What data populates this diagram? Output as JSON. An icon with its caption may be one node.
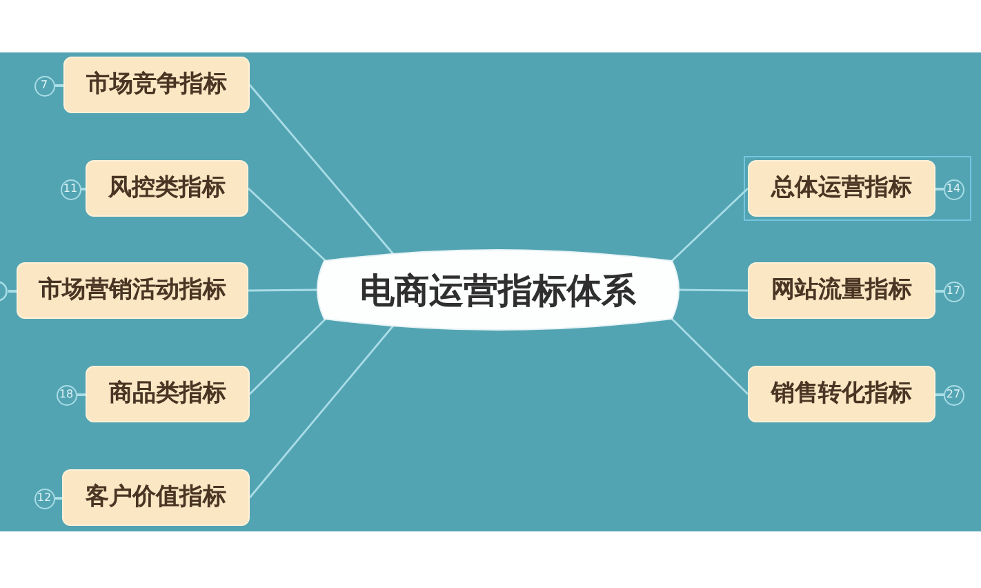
{
  "diagram": {
    "nodes": [
      {
        "text": [
          "电商运营指标体系"
        ]
      },
      {
        "text": [
          "市场竞争指标"
        ],
        "beside": [
          "7"
        ]
      },
      {
        "text": [
          "风控类指标"
        ],
        "beside": [
          "11"
        ]
      },
      {
        "text": [
          "市场营销活动指标"
        ]
      },
      {
        "text": [
          "商品类指标"
        ],
        "beside": [
          "18"
        ]
      },
      {
        "text": [
          "客户价值指标"
        ],
        "beside": [
          "12"
        ]
      },
      {
        "text": [
          "总体运营指标"
        ],
        "beside": [
          "14"
        ]
      },
      {
        "text": [
          "网站流量指标"
        ],
        "beside": [
          "17"
        ]
      },
      {
        "text": [
          "销售转化指标"
        ],
        "beside": [
          "27"
        ]
      }
    ],
    "edges": [
      {
        "from": 0,
        "to": 1,
        "arrow": "none"
      },
      {
        "from": 0,
        "to": 2,
        "arrow": "none"
      },
      {
        "from": 0,
        "to": 3,
        "arrow": "none"
      },
      {
        "from": 0,
        "to": 4,
        "arrow": "none"
      },
      {
        "from": 0,
        "to": 5,
        "arrow": "none"
      },
      {
        "from": 0,
        "to": 6,
        "arrow": "none"
      },
      {
        "from": 0,
        "to": 7,
        "arrow": "none"
      },
      {
        "from": 0,
        "to": 8,
        "arrow": "none"
      }
    ]
  }
}
